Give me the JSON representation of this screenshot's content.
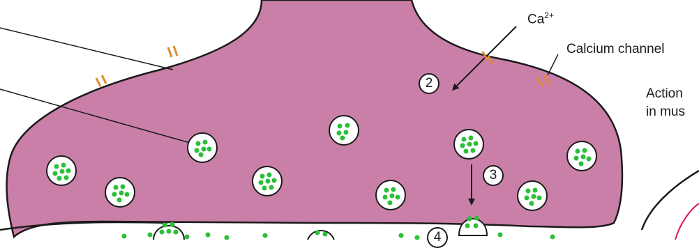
{
  "labels": {
    "ca_ion": "Ca",
    "ca_charge": "2+",
    "calcium_channel": "Calcium channel",
    "action_line1": "Action",
    "action_line2": "in mus"
  },
  "steps": {
    "two": "2",
    "three": "3",
    "four": "4"
  },
  "colors": {
    "terminal_fill": "#c97fa8",
    "terminal_outline": "#1a1a1a",
    "vesicle_fill": "#ffffff",
    "acetylcholine": "#2bbf3a",
    "channel": "#e08a2a",
    "muscle_line": "#d8194a"
  },
  "icons": {
    "vesicle": "synaptic-vesicle",
    "channel": "calcium-channel-icon",
    "arrow": "arrow-icon"
  }
}
